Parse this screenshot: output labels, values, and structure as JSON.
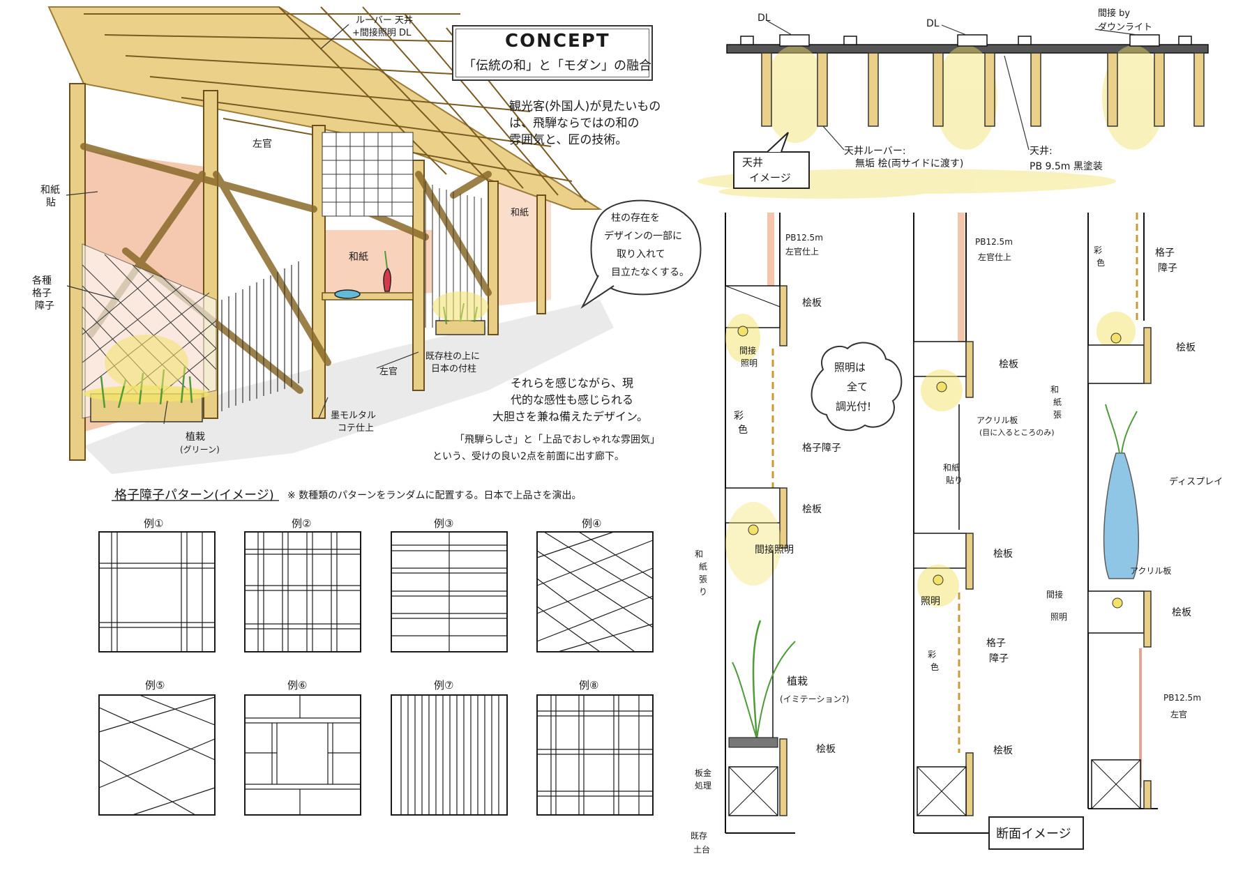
{
  "concept": {
    "title": "CONCEPT",
    "subtitle": "「伝統の和」と「モダン」の融合",
    "text": [
      "観光客(外国人)が見たいもの",
      "は、飛騨ならではの和の",
      "雰囲気と、匠の技術。"
    ]
  },
  "perspective_labels": {
    "louver": [
      "ルーバー 天井",
      "+間接照明 DL"
    ],
    "sakan": "左官",
    "washi_left": [
      "和紙",
      "貼"
    ],
    "koshi": [
      "各種",
      "格子",
      "障子"
    ],
    "washi_center": "和紙",
    "washi_right": "和紙",
    "sakan_bottom": "左官",
    "kizon": [
      "既存柱の上に",
      "日本の付柱"
    ],
    "sumi": [
      "墨モルタル",
      "コテ仕上"
    ],
    "shokusai": [
      "植栽",
      "(グリーン)"
    ]
  },
  "bubble_pillar": [
    "柱の存在を",
    "デザインの一部に",
    "取り入れて",
    "目立たなくする。"
  ],
  "design_text": [
    "それらを感じながら、現",
    "代的な感性も感じられる",
    "大胆さを兼ね備えたデザイン。"
  ],
  "corridor_text": [
    "「飛騨らしさ」と「上品でおしゃれな雰囲気」",
    "という、受けの良い2点を前面に出す廊下。"
  ],
  "pattern_section": {
    "title": "格子障子パターン(イメージ)",
    "note": "※ 数種類のパターンをランダムに配置する。日本で上品さを演出。",
    "labels": [
      "例①",
      "例②",
      "例③",
      "例④",
      "例⑤",
      "例⑥",
      "例⑦",
      "例⑧"
    ]
  },
  "ceiling": {
    "dl1": "DL",
    "dl2": "DL",
    "kansetsu": [
      "間接 by",
      "ダウンライト"
    ],
    "image_label": [
      "天井",
      "イメージ"
    ],
    "louver_spec": [
      "天井ルーバー:",
      "無垢 桧(両サイドに渡す)"
    ],
    "ceiling_spec": [
      "天井:",
      "PB 9.5m 黒塗装"
    ]
  },
  "sections": {
    "title": "断面イメージ",
    "bubble_light": [
      "照明は",
      "全て",
      "調光付!"
    ],
    "s1": {
      "pb": [
        "PB12.5m",
        "左官仕上"
      ],
      "hinoki1": "桧板",
      "light1": [
        "間接",
        "照明"
      ],
      "iro": [
        "彩",
        "色"
      ],
      "koshi": "格子障子",
      "hinoki2": "桧板",
      "light2": "間接照明",
      "washi": [
        "和",
        "紙",
        "張",
        "り"
      ],
      "plant": [
        "植栽",
        "(イミテーション?)"
      ],
      "hinoki3": "桧板",
      "itagane": [
        "板金",
        "処理"
      ],
      "kizon": [
        "既存",
        "土台"
      ]
    },
    "s2": {
      "pb": [
        "PB12.5m",
        "左官仕上"
      ],
      "hinoki1": "桧板",
      "acryl": [
        "アクリル板",
        "(目に入るところのみ)"
      ],
      "washi": [
        "和紙",
        "貼り"
      ],
      "hinoki2": "桧板",
      "light": "照明",
      "iro": [
        "彩",
        "色"
      ],
      "koshi": [
        "格子",
        "障子"
      ],
      "hinoki3": "桧板"
    },
    "s3": {
      "iro": [
        "彩",
        "色"
      ],
      "koshi": [
        "格子",
        "障子"
      ],
      "hinoki1": "桧板",
      "washi": [
        "和",
        "紙",
        "張"
      ],
      "display": "ディスプレイ",
      "acryl": "アクリル板",
      "light": [
        "間接",
        "照明"
      ],
      "hinoki2": "桧板",
      "pb": [
        "PB12.5m",
        "左官"
      ]
    }
  },
  "colors": {
    "wood": "#e6c978",
    "wood_dark": "#c89a3a",
    "washi": "#efb89a",
    "light": "#f3e26a",
    "green": "#4f9a3a",
    "vase_red": "#d53a4a",
    "vase_blue": "#74b8e0",
    "ink": "#1a1a1a"
  }
}
